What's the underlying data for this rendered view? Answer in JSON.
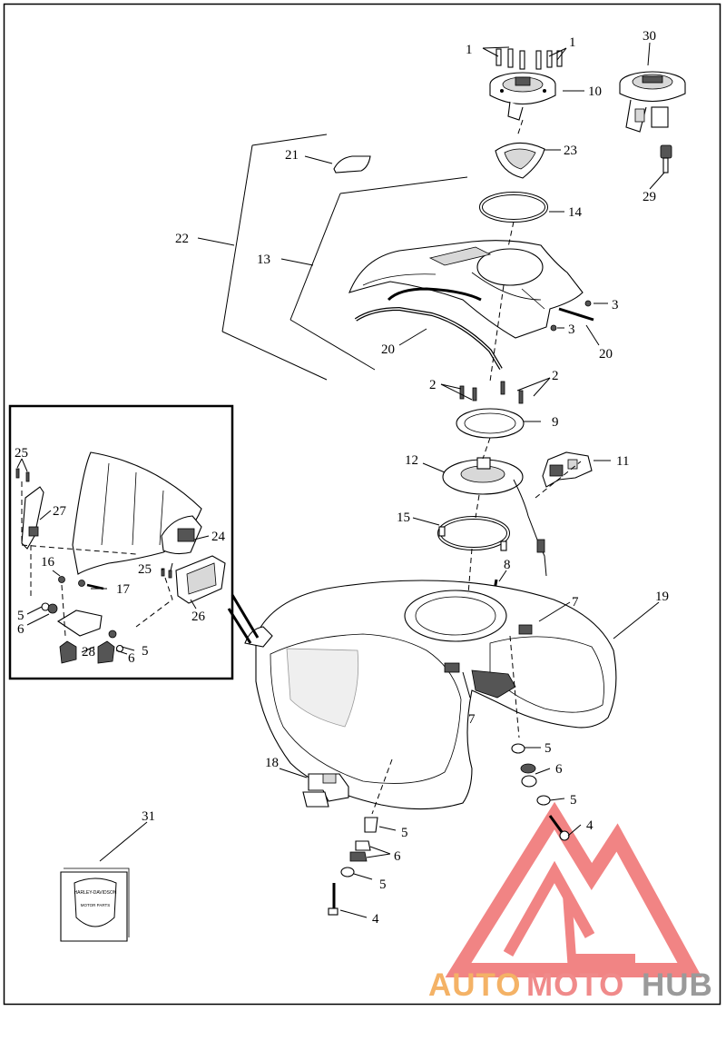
{
  "diagram": {
    "callouts": [
      {
        "id": "c1a",
        "text": "1"
      },
      {
        "id": "c1b",
        "text": "1"
      },
      {
        "id": "c10",
        "text": "10"
      },
      {
        "id": "c30",
        "text": "30"
      },
      {
        "id": "c21",
        "text": "21"
      },
      {
        "id": "c23",
        "text": "23"
      },
      {
        "id": "c29",
        "text": "29"
      },
      {
        "id": "c22",
        "text": "22"
      },
      {
        "id": "c14",
        "text": "14"
      },
      {
        "id": "c13",
        "text": "13"
      },
      {
        "id": "c3a",
        "text": "3"
      },
      {
        "id": "c3b",
        "text": "3"
      },
      {
        "id": "c20a",
        "text": "20"
      },
      {
        "id": "c20b",
        "text": "20"
      },
      {
        "id": "c2a",
        "text": "2"
      },
      {
        "id": "c2b",
        "text": "2"
      },
      {
        "id": "c9",
        "text": "9"
      },
      {
        "id": "c12",
        "text": "12"
      },
      {
        "id": "c11",
        "text": "11"
      },
      {
        "id": "c15",
        "text": "15"
      },
      {
        "id": "c8",
        "text": "8"
      },
      {
        "id": "c7a",
        "text": "7"
      },
      {
        "id": "c7b",
        "text": "7"
      },
      {
        "id": "c19",
        "text": "19"
      },
      {
        "id": "c18",
        "text": "18"
      },
      {
        "id": "c5a",
        "text": "5"
      },
      {
        "id": "c6a",
        "text": "6"
      },
      {
        "id": "c5b",
        "text": "5"
      },
      {
        "id": "c4a",
        "text": "4"
      },
      {
        "id": "c5c",
        "text": "5"
      },
      {
        "id": "c6b",
        "text": "6"
      },
      {
        "id": "c5d",
        "text": "5"
      },
      {
        "id": "c4b",
        "text": "4"
      },
      {
        "id": "c31",
        "text": "31"
      },
      {
        "id": "i25a",
        "text": "25"
      },
      {
        "id": "i27",
        "text": "27"
      },
      {
        "id": "i24",
        "text": "24"
      },
      {
        "id": "i16",
        "text": "16"
      },
      {
        "id": "i25b",
        "text": "25"
      },
      {
        "id": "i17",
        "text": "17"
      },
      {
        "id": "i26",
        "text": "26"
      },
      {
        "id": "i5a",
        "text": "5"
      },
      {
        "id": "i6a",
        "text": "6"
      },
      {
        "id": "i28",
        "text": "28"
      },
      {
        "id": "i6b",
        "text": "6"
      },
      {
        "id": "i5b",
        "text": "5"
      }
    ]
  },
  "watermark": {
    "auto": "AUTO",
    "moto": "MOTO",
    "hub": "HUB",
    "colors": {
      "auto": "#f4b266",
      "moto": "#f08a8a",
      "hub": "#9a9a9a",
      "logo": "#ef6f6f"
    }
  },
  "manual_label": {
    "brand_line1": "HARLEY-DAVIDSON",
    "brand_line2": "MOTOR PARTS"
  },
  "colors": {
    "ink": "#000000",
    "paper": "#ffffff",
    "frame": "#000000"
  }
}
